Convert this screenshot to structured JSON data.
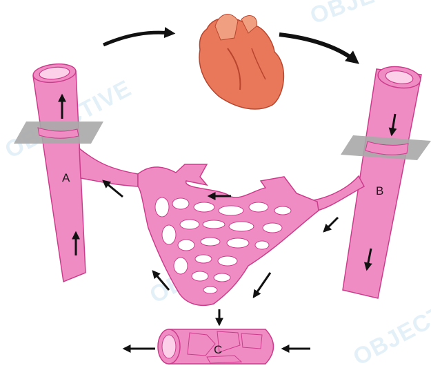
{
  "labels": {
    "vessel_a": "A",
    "vessel_b": "B",
    "vessel_c": "C"
  },
  "watermark": {
    "text": "OBJECTIVE"
  },
  "colors": {
    "vessel_pink": "#f08cc4",
    "vessel_outline": "#cc3c8c",
    "vessel_light": "#fbd0e8",
    "heart": "#e9785a",
    "heart_dark": "#b9452e",
    "plane": "#a9a9a9",
    "arrow": "#111111"
  },
  "icons": {
    "heart": "heart-icon",
    "flow_arrow": "arrow-icon",
    "cross_section_plane": "plane-icon"
  }
}
